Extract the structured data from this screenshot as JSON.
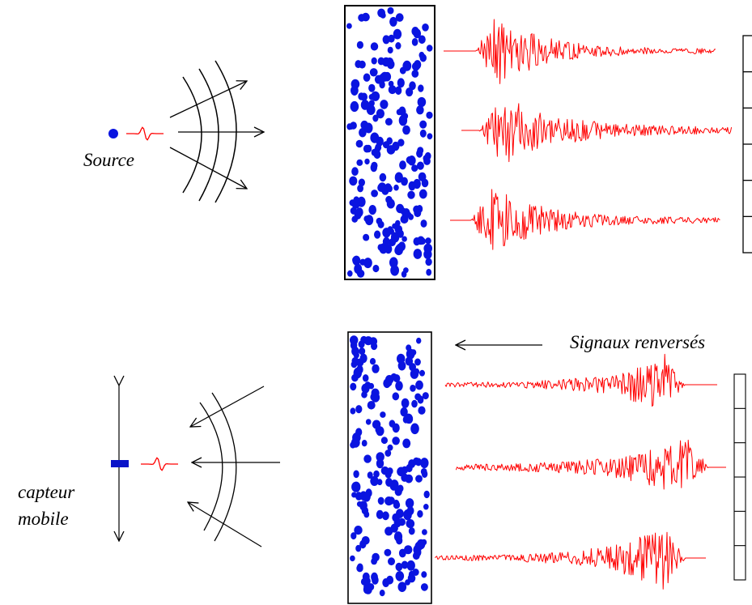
{
  "labels": {
    "source": "Source",
    "reversed_signals": "Signaux renversés",
    "sensor_line1": "capteur",
    "sensor_line2": "mobile"
  },
  "colors": {
    "scatterer": "#0a14e0",
    "signal": "#ff0000",
    "stroke": "#000000",
    "sensor": "#0a14c8"
  },
  "panels": {
    "top": {
      "description_stage": "emission",
      "signal_order": "forward",
      "traces": 3,
      "array_elements": 6
    },
    "bottom": {
      "description_stage": "time-reversal",
      "signal_order": "reversed",
      "traces": 3,
      "array_elements": 6
    }
  }
}
